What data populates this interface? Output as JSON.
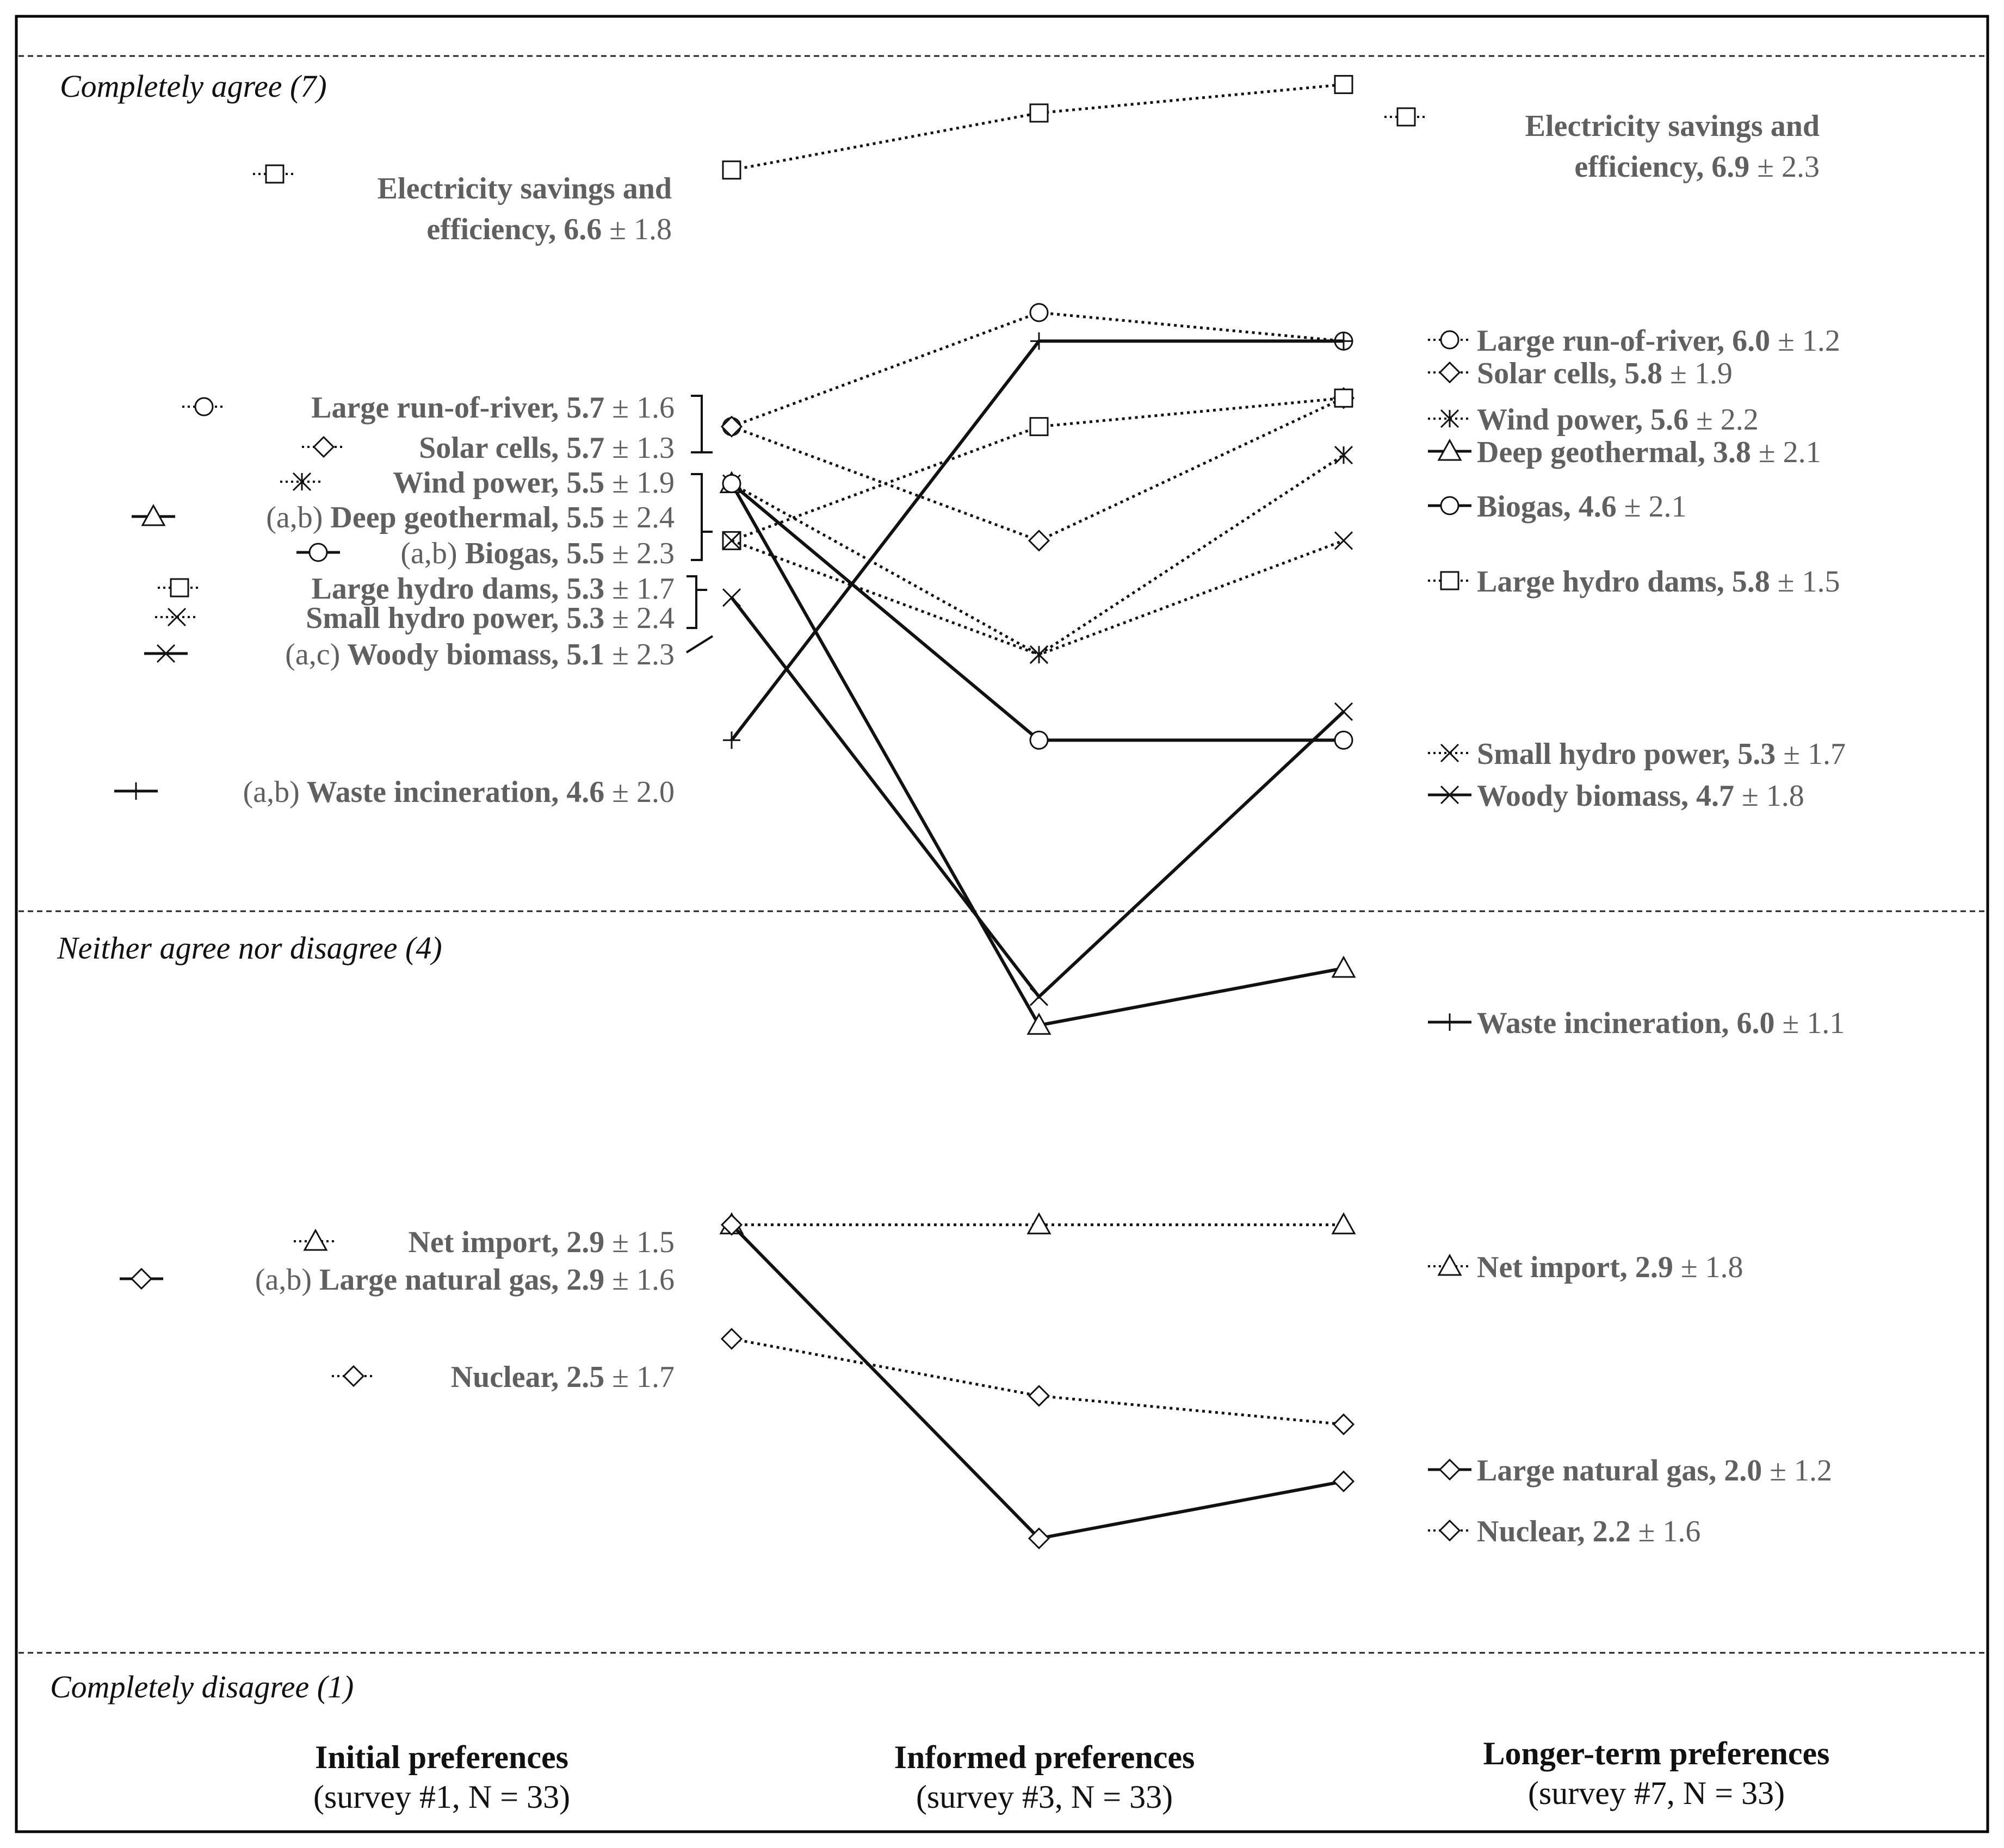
{
  "chart_data": {
    "type": "line",
    "x": [
      "survey1",
      "survey3",
      "survey7"
    ],
    "columns": [
      {
        "title": "Initial preferences",
        "sub": "(survey #1, N = 33)"
      },
      {
        "title": "Informed preferences",
        "sub": "(survey #3, N = 33)"
      },
      {
        "title": "Longer-term preferences",
        "sub": "(survey #7, N = 33)"
      }
    ],
    "levels": [
      {
        "value": 7,
        "label": "Completely agree (7)"
      },
      {
        "value": 4,
        "label": "Neither agree nor disagree (4)"
      },
      {
        "value": 1,
        "label": "Completely disagree (1)"
      }
    ],
    "ylim": [
      1,
      7
    ],
    "series": [
      {
        "name": "Electricity savings and efficiency",
        "marker": "square",
        "dash": "dotted",
        "values": [
          6.6,
          6.8,
          6.9
        ],
        "left": {
          "name1": "Electricity savings and",
          "name2": "efficiency,",
          "mean": "6.6",
          "sd": "± 1.8"
        },
        "right": {
          "name1": "Electricity savings and",
          "name2": "efficiency,",
          "mean": "6.9",
          "sd": "± 2.3"
        }
      },
      {
        "name": "Large run-of-river",
        "marker": "circle",
        "dash": "dotted",
        "values": [
          5.7,
          6.1,
          6.0
        ],
        "left": {
          "note": "",
          "name": "Large run-of-river,",
          "mean": "5.7",
          "sd": "± 1.6"
        },
        "right": {
          "name": "Large run-of-river,",
          "mean": "6.0",
          "sd": "± 1.2"
        }
      },
      {
        "name": "Solar cells",
        "marker": "diamond",
        "dash": "dotted",
        "values": [
          5.7,
          5.3,
          5.8
        ],
        "left": {
          "note": "",
          "name": "Solar cells,",
          "mean": "5.7",
          "sd": "± 1.3"
        },
        "right": {
          "name": "Solar cells,",
          "mean": "5.8",
          "sd": "± 1.9"
        }
      },
      {
        "name": "Wind power",
        "marker": "asterisk",
        "dash": "dotted",
        "values": [
          5.5,
          4.9,
          5.6
        ],
        "left": {
          "note": "",
          "name": "Wind power,",
          "mean": "5.5",
          "sd": "± 1.9"
        },
        "right": {
          "name": "Wind power,",
          "mean": "5.6",
          "sd": "± 2.2"
        }
      },
      {
        "name": "Deep geothermal",
        "marker": "triangle",
        "dash": "solid",
        "values": [
          5.5,
          3.6,
          3.8
        ],
        "left": {
          "note": "(a,b)",
          "name": "Deep geothermal,",
          "mean": "5.5",
          "sd": "± 2.4"
        },
        "right": {
          "name": "Deep geothermal,",
          "mean": "3.8",
          "sd": "± 2.1"
        }
      },
      {
        "name": "Biogas",
        "marker": "circle",
        "dash": "solid",
        "values": [
          5.5,
          4.6,
          4.6
        ],
        "left": {
          "note": "(a,b)",
          "name": "Biogas,",
          "mean": "5.5",
          "sd": "± 2.3"
        },
        "right": {
          "name": "Biogas,",
          "mean": "4.6",
          "sd": "± 2.1"
        }
      },
      {
        "name": "Large hydro dams",
        "marker": "square",
        "dash": "dotted",
        "values": [
          5.3,
          5.7,
          5.8
        ],
        "left": {
          "note": "",
          "name": "Large hydro dams,",
          "mean": "5.3",
          "sd": "± 1.7"
        },
        "right": {
          "name": "Large hydro dams,",
          "mean": "5.8",
          "sd": "± 1.5"
        }
      },
      {
        "name": "Small hydro power",
        "marker": "x",
        "dash": "dotted",
        "values": [
          5.3,
          4.9,
          5.3
        ],
        "left": {
          "note": "",
          "name": "Small hydro power,",
          "mean": "5.3",
          "sd": "± 2.4"
        },
        "right": {
          "name": "Small hydro power,",
          "mean": "5.3",
          "sd": "± 1.7"
        }
      },
      {
        "name": "Woody biomass",
        "marker": "x",
        "dash": "solid",
        "values": [
          5.1,
          3.7,
          4.7
        ],
        "left": {
          "note": "(a,c)",
          "name": "Woody biomass,",
          "mean": "5.1",
          "sd": "± 2.3"
        },
        "right": {
          "name": "Woody biomass,",
          "mean": "4.7",
          "sd": "± 1.8"
        }
      },
      {
        "name": "Waste incineration",
        "marker": "plus",
        "dash": "solid",
        "values": [
          4.6,
          6.0,
          6.0
        ],
        "left": {
          "note": "(a,b)",
          "name": "Waste incineration,",
          "mean": "4.6",
          "sd": "± 2.0"
        },
        "right": {
          "name": "Waste incineration,",
          "mean": "6.0",
          "sd": "± 1.1"
        }
      },
      {
        "name": "Net import",
        "marker": "triangle",
        "dash": "dotted",
        "values": [
          2.9,
          2.9,
          2.9
        ],
        "left": {
          "note": "",
          "name": "Net import,",
          "mean": "2.9",
          "sd": "± 1.5"
        },
        "right": {
          "name": "Net import,",
          "mean": "2.9",
          "sd": "± 1.8"
        }
      },
      {
        "name": "Large natural gas",
        "marker": "diamond",
        "dash": "solid",
        "values": [
          2.9,
          1.8,
          2.0
        ],
        "left": {
          "note": "(a,b)",
          "name": "Large natural gas,",
          "mean": "2.9",
          "sd": "± 1.6"
        },
        "right": {
          "name": "Large natural gas,",
          "mean": "2.0",
          "sd": "± 1.2"
        }
      },
      {
        "name": "Nuclear",
        "marker": "diamond",
        "dash": "dotted",
        "values": [
          2.5,
          2.3,
          2.2
        ],
        "left": {
          "note": "",
          "name": "Nuclear,",
          "mean": "2.5",
          "sd": "± 1.7"
        },
        "right": {
          "name": "Nuclear,",
          "mean": "2.2",
          "sd": "± 1.6"
        }
      }
    ]
  }
}
